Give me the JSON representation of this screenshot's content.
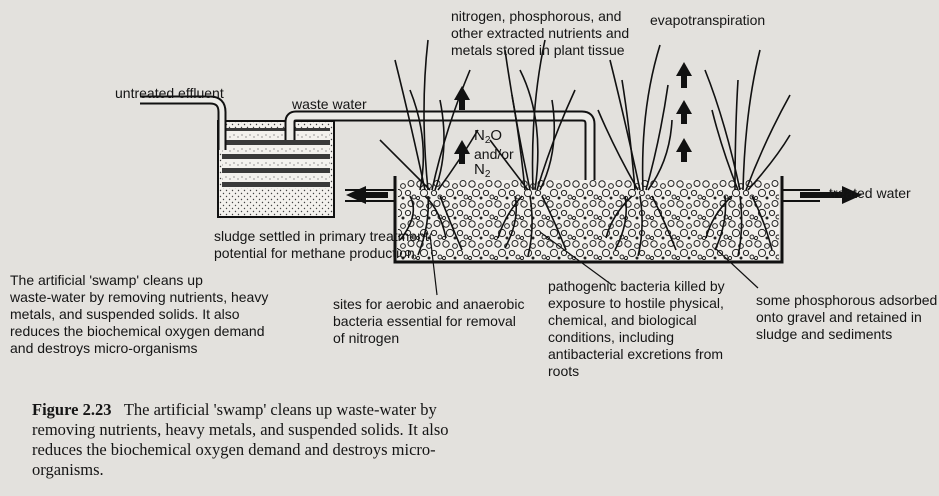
{
  "labels": {
    "untreated_effluent": "untreated effluent",
    "waste_water": "waste water",
    "nitrogen_line1": "nitrogen, phosphorous, and",
    "nitrogen_line2": "other extracted nutrients and",
    "nitrogen_line3": "metals stored in plant tissue",
    "evapotranspiration": "evapotranspiration",
    "n2o": "N",
    "n2o_sub": "2",
    "n2o_tail": "O",
    "and_or": "and/or",
    "n2": "N",
    "n2_sub": "2",
    "treated_water": "treated water",
    "sludge_line1": "sludge settled in primary treatment:",
    "sludge_line2": "potential for methane production",
    "swamp_line1": "The artificial 'swamp' cleans up",
    "swamp_line2": "waste-water by removing nutrients, heavy",
    "swamp_line3": "metals, and suspended solids. It also",
    "swamp_line4": "reduces the biochemical oxygen demand",
    "swamp_line5": "and destroys micro-organisms",
    "sites_line1": "sites for aerobic and anaerobic",
    "sites_line2": "bacteria essential for removal",
    "sites_line3": "of nitrogen",
    "patho_line1": "pathogenic bacteria killed by",
    "patho_line2": "exposure to hostile physical,",
    "patho_line3": "chemical, and biological",
    "patho_line4": "conditions, including",
    "patho_line5": "antibacterial excretions from",
    "patho_line6": "roots",
    "phos_line1": "some phosphorous adsorbed",
    "phos_line2": "onto gravel and retained in",
    "phos_line3": "sludge and sediments"
  },
  "caption": {
    "figure_number": "Figure 2.23",
    "text": "The artificial 'swamp' cleans up waste-water by removing nutrients, heavy metals, and suspended solids. It also reduces the biochemical oxygen demand and destroys micro-organisms."
  },
  "colors": {
    "ink": "#151515",
    "paper": "#e3e1dd",
    "gravel": "#f2f0ec"
  }
}
